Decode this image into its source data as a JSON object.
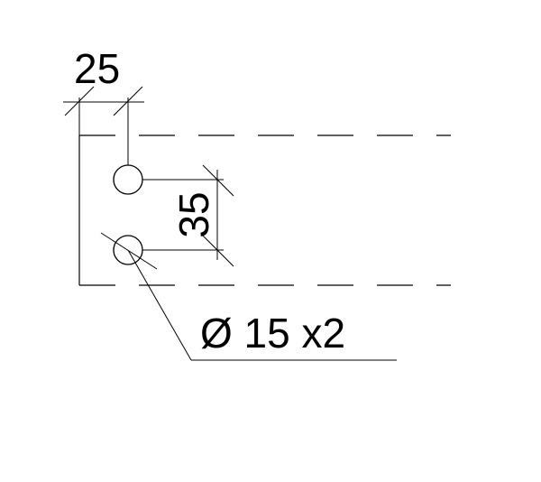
{
  "dimensions": {
    "horizontal_offset": "25",
    "vertical_spacing": "35",
    "hole_callout": "Ø 15 x2"
  }
}
